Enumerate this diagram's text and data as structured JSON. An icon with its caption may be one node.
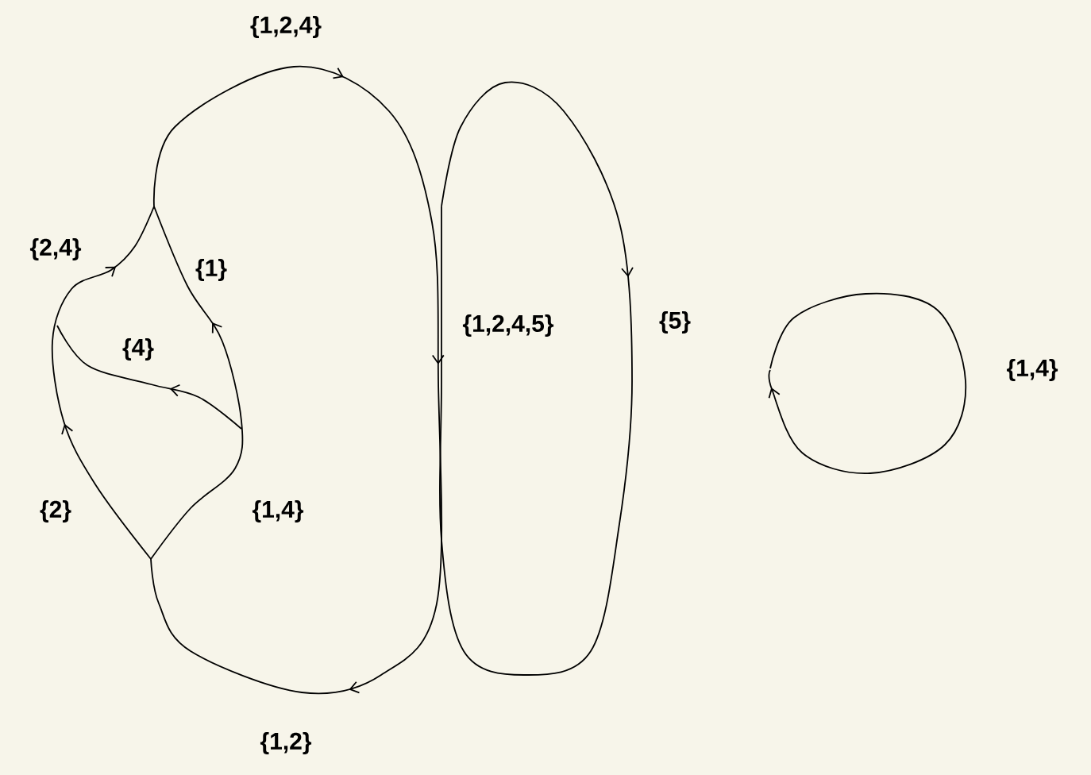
{
  "diagram": {
    "labels": [
      "{1,2,4}",
      "{2,4}",
      "{1}",
      "{4}",
      "{1,2,4,5}",
      "{5}",
      "{1,4}",
      "{2}",
      "{1,4}",
      "{1,2}"
    ]
  }
}
